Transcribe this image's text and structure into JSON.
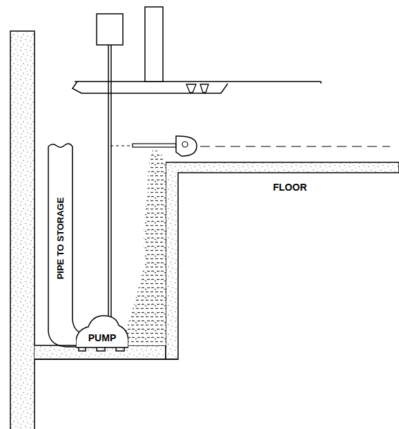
{
  "diagram": {
    "nodes": [
      {
        "text": [
          "PUMP"
        ]
      }
    ],
    "labels": [
      "PIPE TO STORAGE",
      "FLOOR"
    ]
  }
}
